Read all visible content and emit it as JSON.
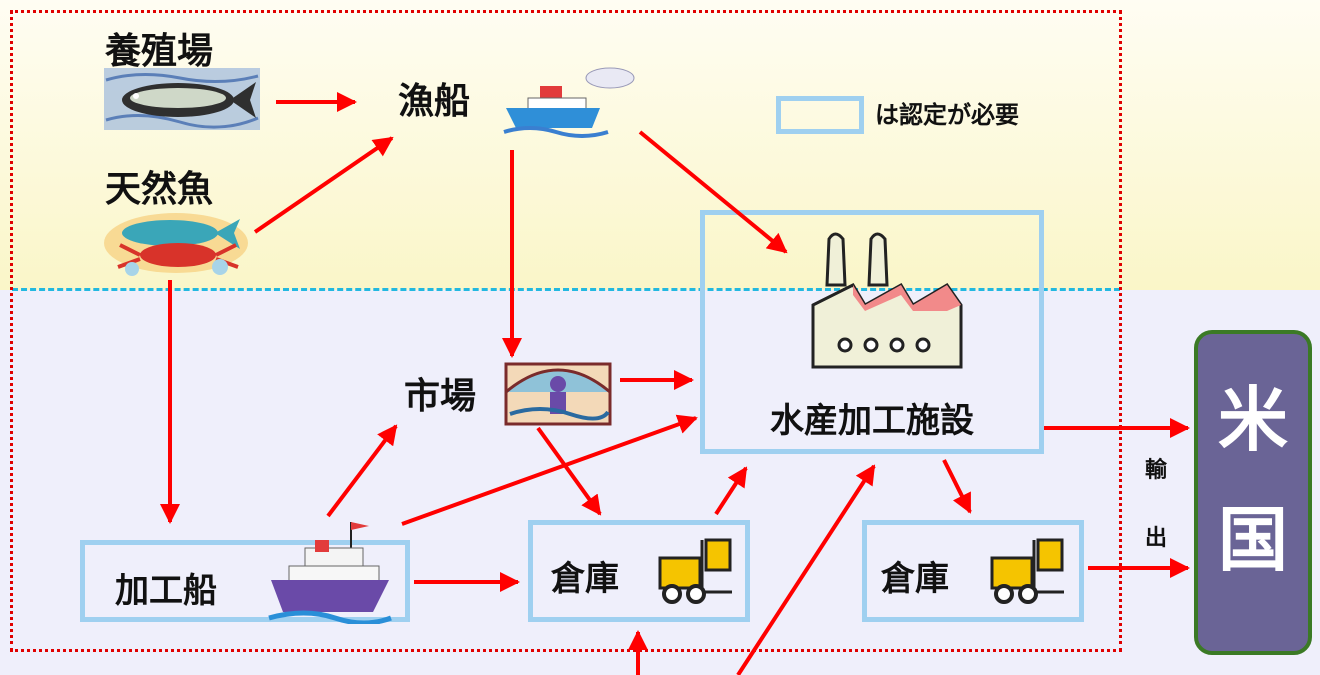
{
  "nodes": {
    "farm": "養殖場",
    "wild_fish": "天然魚",
    "fishing_boat": "漁船",
    "market": "市場",
    "processing_facility": "水産加工施設",
    "processing_ship": "加工船",
    "warehouse_1": "倉庫",
    "warehouse_2": "倉庫"
  },
  "legend": {
    "text": "は認定が必要"
  },
  "export": {
    "char1": "輸",
    "char2": "出"
  },
  "destination": {
    "char1": "米",
    "char2": "国"
  },
  "colors": {
    "arrow": "#ff0000",
    "certified_border": "#9fd0f0",
    "destination_fill": "#6a6496",
    "boundary": "#e00000",
    "divider": "#22b8e0"
  }
}
